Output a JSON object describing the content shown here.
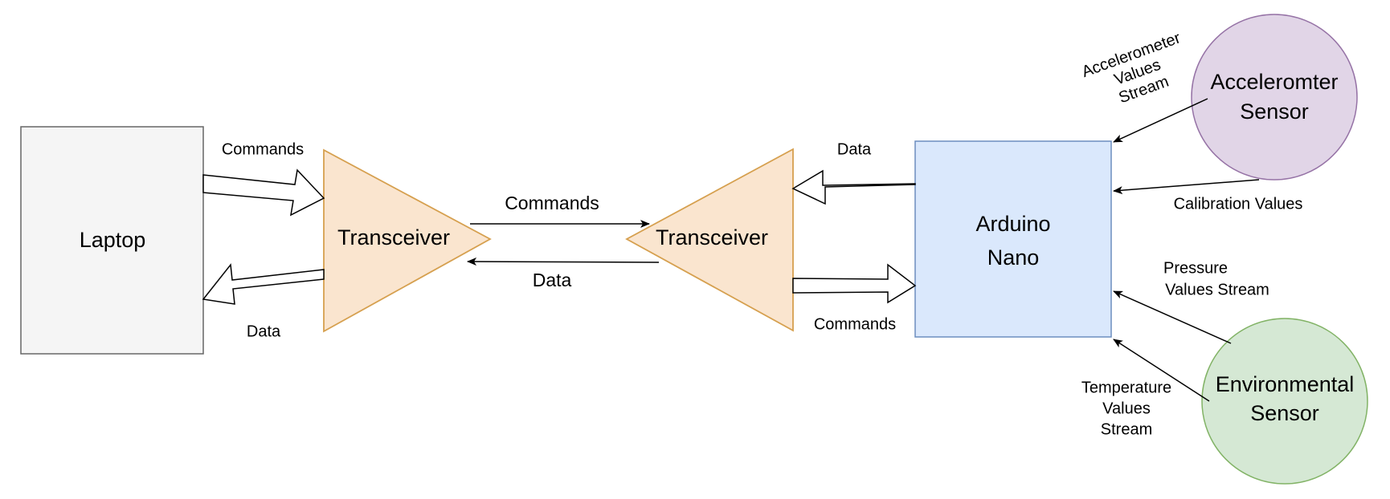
{
  "nodes": {
    "laptop": {
      "label": "Laptop",
      "fill": "#f5f5f5",
      "stroke": "#666666"
    },
    "transceiver_left": {
      "label": "Transceiver",
      "fill": "#fae5cf",
      "stroke": "#d6a04f"
    },
    "transceiver_right": {
      "label": "Transceiver",
      "fill": "#fae5cf",
      "stroke": "#d6a04f"
    },
    "arduino": {
      "line1": "Arduino",
      "line2": "Nano",
      "fill": "#dae8fc",
      "stroke": "#6c8ebf"
    },
    "accelerometer": {
      "line1": "Acceleromter",
      "line2": "Sensor",
      "fill": "#e1d5e7",
      "stroke": "#9673a6"
    },
    "environmental": {
      "line1": "Environmental",
      "line2": "Sensor",
      "fill": "#d5e8d4",
      "stroke": "#82b366"
    }
  },
  "edges": {
    "laptop_to_tx_commands": "Commands",
    "tx_to_laptop_data": "Data",
    "tx_link_commands": "Commands",
    "tx_link_data": "Data",
    "arduino_to_tx_data": "Data",
    "tx_to_arduino_commands": "Commands",
    "accel_stream": {
      "line1": "Accelerometer",
      "line2": "Values",
      "line3": "Stream"
    },
    "calibration": "Calibration Values",
    "pressure": {
      "line1": "Pressure",
      "line2": "Values Stream"
    },
    "temperature": {
      "line1": "Temperature",
      "line2": "Values",
      "line3": "Stream"
    }
  }
}
